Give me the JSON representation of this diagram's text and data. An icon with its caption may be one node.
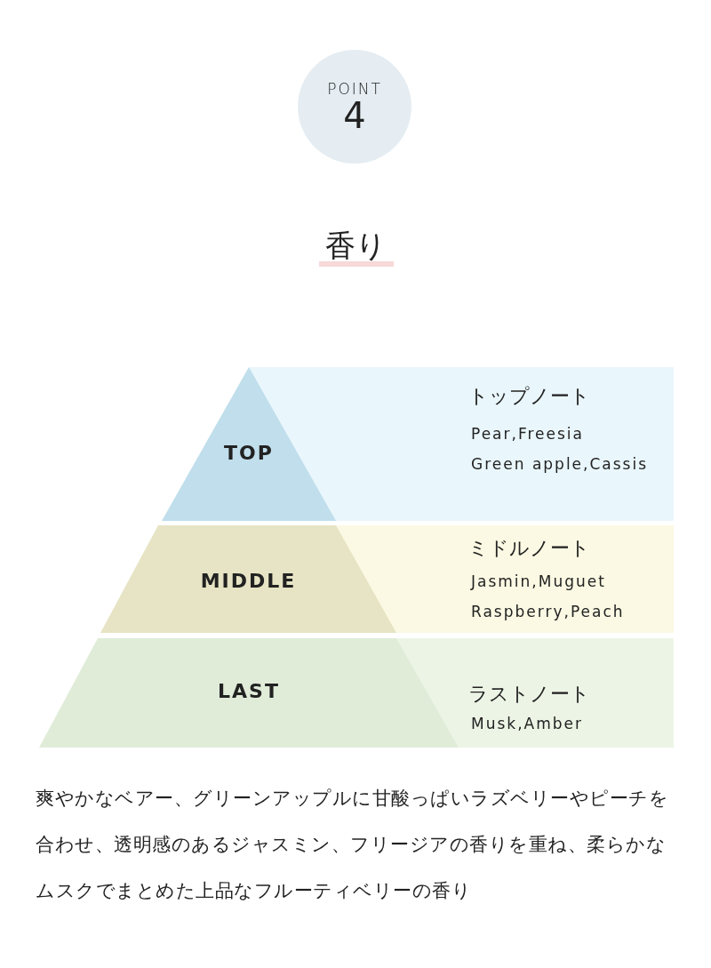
{
  "diagram": {
    "title": "香り",
    "nodes": [
      {
        "text": [
          "POINT",
          "4"
        ]
      },
      {
        "text": [
          "TOP"
        ]
      },
      {
        "text": [
          "トップノート",
          "Pear,Freesia",
          "Green apple,Cassis"
        ]
      },
      {
        "text": [
          "MIDDLE"
        ]
      },
      {
        "text": [
          "ミドルノート",
          "Jasmin,Muguet",
          "Raspberry,Peach"
        ]
      },
      {
        "text": [
          "LAST"
        ]
      },
      {
        "text": [
          "ラストノート",
          "Musk,Amber"
        ]
      }
    ],
    "caption": "爽やかなベアー、グリーンアップルに甘酸っぱいラズベリーやピーチを合わせ、透明感のあるジャスミン、フリージアの香りを重ね、柔らかなムスクでまとめた上品なフルーティベリーの香り"
  }
}
